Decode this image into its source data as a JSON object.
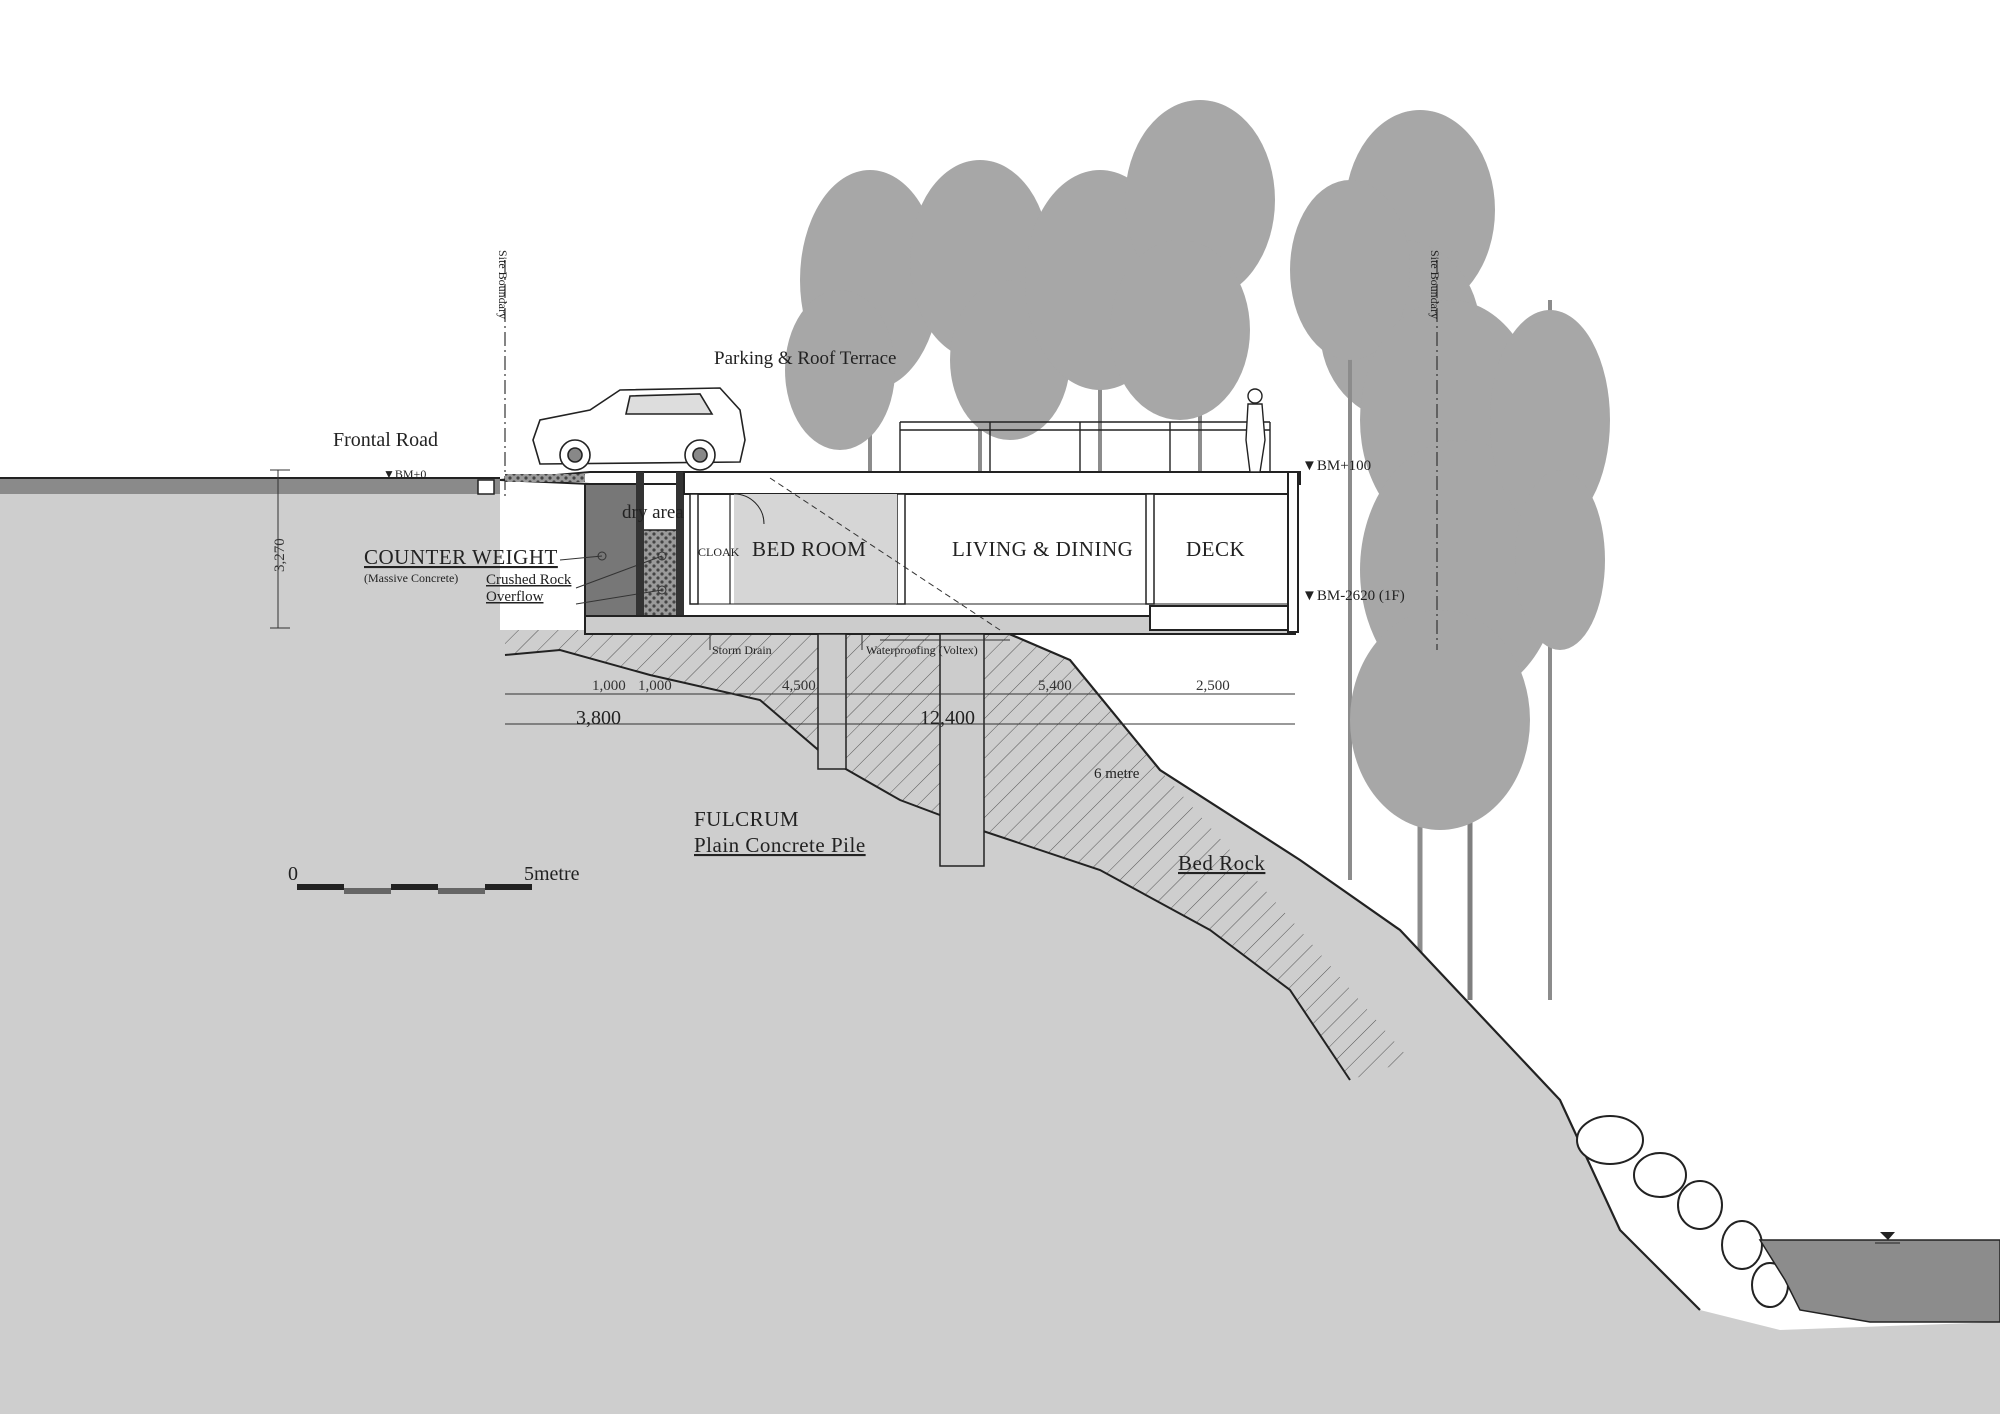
{
  "colors": {
    "ground": "#cecece",
    "hatch": "#555555",
    "road": "#8a8a8a",
    "water": "#8c8c8c",
    "tree": "#8a8a8a",
    "structure": "#222222"
  },
  "labels": {
    "frontal_road": "Frontal Road",
    "site_boundary": "Site Boundary",
    "parking_roof_terrace": "Parking & Roof Terrace",
    "bm_0": "▼BM+0",
    "bm_100": "▼BM+100",
    "bm_lower": "▼BM-2620 (1F)",
    "dry_area": "dry area",
    "cloak": "CLOAK",
    "bed_room": "BED ROOM",
    "living_dining": "LIVING & DINING",
    "deck": "DECK",
    "counter_weight": "COUNTER WEIGHT",
    "massive_concrete": "(Massive Concrete)",
    "crushed_rock": "Crushed Rock",
    "overflow": "Overflow",
    "storm_drain": "Storm Drain",
    "waterproofing": "Waterproofing (Voltex)",
    "fulcrum": "FULCRUM",
    "plain_concrete_pile": "Plain Concrete Pile",
    "bed_rock": "Bed Rock",
    "six_metre": "6 metre"
  },
  "dimensions": {
    "height": "3,270",
    "d1": "1,000",
    "d2": "1,000",
    "d3": "4,500",
    "d4": "5,400",
    "d5": "2,500",
    "t1": "3,800",
    "t2": "12,400"
  },
  "scale_bar": {
    "start": "0",
    "end": "5metre"
  }
}
